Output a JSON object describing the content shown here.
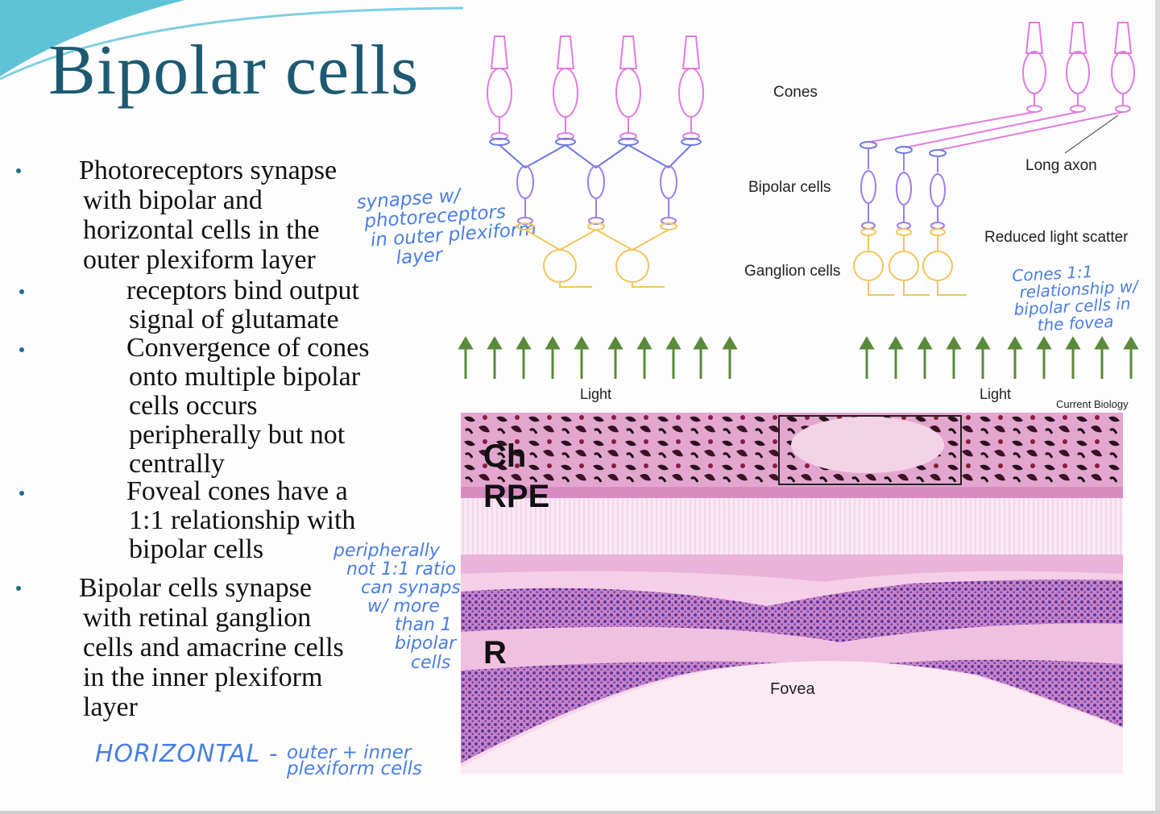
{
  "slide": {
    "title": "Bipolar cells",
    "bullets": [
      {
        "level": 1,
        "lines": [
          "Photoreceptors synapse",
          "with bipolar and",
          "horizontal cells in the",
          "outer plexiform layer"
        ]
      },
      {
        "level": 2,
        "lines": [
          "receptors bind output",
          "signal of glutamate"
        ]
      },
      {
        "level": 2,
        "lines": [
          "Convergence of cones",
          "onto multiple bipolar",
          "cells occurs",
          "peripherally but not",
          "centrally"
        ]
      },
      {
        "level": 2,
        "lines": [
          "Foveal cones have a",
          "1:1 relationship with",
          "bipolar cells"
        ]
      },
      {
        "level": 1,
        "lines": [
          "Bipolar cells synapse",
          "with retinal ganglion",
          "cells and amacrine cells",
          "in the inner plexiform",
          "layer"
        ]
      }
    ]
  },
  "handwritten_notes": {
    "note1": [
      "synapse w/",
      "photoreceptors",
      "in outer plexiform",
      "layer"
    ],
    "note2": [
      "peripherally",
      "not 1:1 ratio",
      "can synapse",
      "w/ more",
      "than 1",
      "bipolar",
      "cells"
    ],
    "note3_left": "HORIZONTAL -",
    "note3_right": [
      "outer + inner",
      "plexiform cells"
    ],
    "note4": [
      "Cones 1:1",
      "relationship w/",
      "bipolar cells in",
      "the fovea"
    ]
  },
  "figure": {
    "labels": {
      "cones": "Cones",
      "bipolar": "Bipolar cells",
      "ganglion": "Ganglion cells",
      "long_axon": "Long axon",
      "reduced_scatter": "Reduced light scatter",
      "light_left": "Light",
      "light_right": "Light",
      "credit": "Current Biology",
      "ch": "Ch",
      "rpe": "RPE",
      "r": "R",
      "fovea": "Fovea"
    },
    "colors": {
      "cone": "#e07ce0",
      "bipolar": "#9b7ee6",
      "horiz": "#6e78e0",
      "ganglion": "#f2c55c",
      "arrow": "#5a8a3a",
      "title": "#1d5a72",
      "ink": "#4a7fe0"
    }
  }
}
